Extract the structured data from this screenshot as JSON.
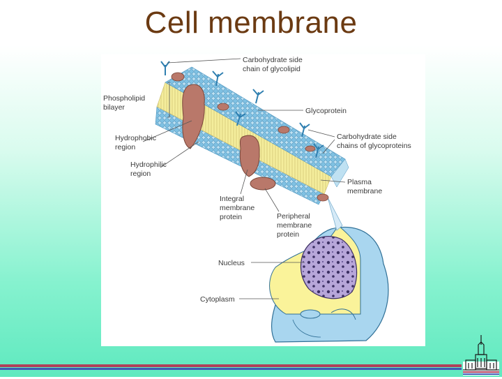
{
  "slide": {
    "title": "Cell membrane"
  },
  "diagram": {
    "labels": {
      "carb_glycolipid_1": "Carbohydrate side",
      "carb_glycolipid_2": "chain of glycolipid",
      "phospholipid_1": "Phospholipid",
      "phospholipid_2": "bilayer",
      "glycoprotein": "Glycoprotein",
      "carb_glycoproteins_1": "Carbohydrate side",
      "carb_glycoproteins_2": "chains of glycoproteins",
      "hydrophobic_1": "Hydrophobic",
      "hydrophobic_2": "region",
      "hydrophilic_1": "Hydrophilic",
      "hydrophilic_2": "region",
      "plasma_1": "Plasma",
      "plasma_2": "membrane",
      "integral_1": "Integral",
      "integral_2": "membrane",
      "integral_3": "protein",
      "peripheral_1": "Peripheral",
      "peripheral_2": "membrane",
      "peripheral_3": "protein",
      "nucleus": "Nucleus",
      "cytoplasm": "Cytoplasm"
    },
    "colors": {
      "head_blue": "#7fc1e3",
      "tail_yellow": "#f4ed9c",
      "protein_brown": "#b9786a",
      "carbohydrate_blue": "#2f7fb0",
      "cytoplasm_yellow": "#faf39a",
      "cell_blue": "#a9d6ef",
      "nucleus_purple": "#b7a6d9",
      "title_brown": "#6b3a12"
    }
  },
  "footer": {
    "logo_icon": "university-tower-icon"
  }
}
